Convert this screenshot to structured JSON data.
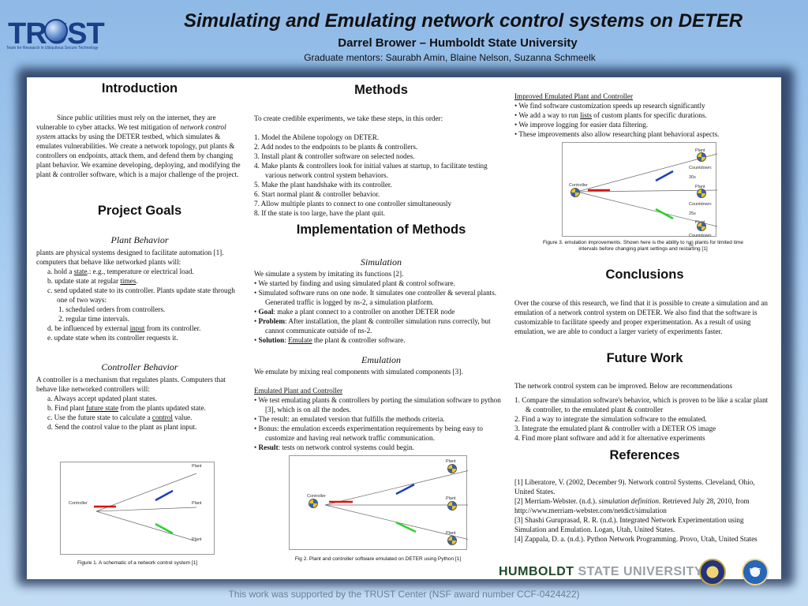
{
  "header": {
    "logo_text": "TRUST",
    "logo_tagline": "Team for Research in Ubiquitous Secure Technology",
    "title": "Simulating and Emulating network control systems on DETER",
    "author": "Darrel Brower – Humboldt State University",
    "mentors": "Graduate mentors: Saurabh Amin, Blaine Nelson, Suzanna Schmeelk"
  },
  "intro": {
    "heading": "Introduction",
    "p_a": "Since public utilities must rely on the internet, they are vulnerable to cyber attacks. We test mitigation of ",
    "p_em": "network control system",
    "p_b": " attacks by using the DETER testbed, which simulates & emulates vulnerabilities. We create a network topology, put plants & controllers on endpoints, attack them, and defend them by changing plant behavior. We examine developing, deploying, and modifying the plant & controller software, which is a major challenge of the project."
  },
  "goals": {
    "heading": "Project Goals",
    "plant_heading": "Plant Behavior",
    "plant_intro": "plants are physical systems designed to facilitate automation [1]. computers that behave like networked plants will:",
    "a_pre": "a.  hold a ",
    "a_u": "state",
    "a_post": ".: e.g., temperature or electrical load.",
    "b_pre": "b.  update state at regular ",
    "b_u": "times",
    "b_post": ".",
    "c": "c.  send updated state to its controller. Plants update state through one of two ways:",
    "c1": "1.  scheduled orders from controllers.",
    "c2": "2.  regular time intervals.",
    "d_pre": "d.  be influenced by external ",
    "d_u": "input",
    "d_post": " from its controller.",
    "e": "e.  update state when its controller requests it.",
    "ctrl_heading": "Controller Behavior",
    "ctrl_intro": "A controller is a mechanism that regulates plants. Computers that behave like networked controllers will:",
    "ca": "a.  Always accept updated plant states.",
    "cb_pre": "b.  Find plant ",
    "cb_u": "future state",
    "cb_post": " from the plants updated state.",
    "cc_pre": "c.  Use the future state to calculate a ",
    "cc_u": "control",
    "cc_post": " value.",
    "cd": "d.  Send the control value to the plant as plant input."
  },
  "fig1": {
    "controller": "Controller",
    "plant": "Plant",
    "caption": "Figure 1. A schematic of a network control system [1]"
  },
  "methods": {
    "heading": "Methods",
    "intro": "To create credible experiments, we take these steps, in this order:",
    "steps": [
      "1.  Model the Abilene topology on DETER.",
      "2.  Add nodes to the endpoints to be plants & controllers.",
      "3.  Install plant & controller software on selected nodes.",
      "4.  Make plants & controllers look for initial values at startup, to facilitate testing various network control system behaviors.",
      "5.  Make the plant handshake with its controller.",
      "6.  Start normal plant & controller behavior.",
      "7.  Allow multiple plants to connect to one controller simultaneously",
      "8.  If the state is too large, have the plant quit."
    ]
  },
  "impl": {
    "heading": "Implementation of Methods",
    "sim_heading": "Simulation",
    "sim_intro": "We simulate a system by imitating its functions [2].",
    "sim_b1": "•   We started by finding and using simulated plant & control software.",
    "sim_b2": "•   Simulated software runs on one node. It simulates one controller & several plants. Generated traffic is logged by ns-2, a simulation platform.",
    "goal_label": "Goal",
    "goal_text": ": make a plant connect to a controller on another DETER node",
    "problem_label": "Problem",
    "problem_text": ": After installation, the plant & controller simulation runs correctly, but cannot communicate outside of ns-2.",
    "solution_label": "Solution",
    "solution_mid": ":  ",
    "solution_u": "Emulate",
    "solution_text": " the plant & controller software.",
    "emu_heading": "Emulation",
    "emu_intro": "We emulate by mixing real components with simulated components [3].",
    "emu_sub": "Emulated Plant and Controller",
    "emu_b1": "•   We test emulating plants & controllers by porting the simulation software to python [3], which is on all the nodes.",
    "emu_b2": "•   The result: an emulated version that fulfills the methods criteria.",
    "emu_b3": "•   Bonus: the emulation exceeds experimentation requirements by being easy to customize and having real network traffic communication.",
    "result_label": "Result",
    "result_text": ": tests on network control systems could begin."
  },
  "fig2": {
    "controller": "Controller",
    "plant": "Plant",
    "caption": "Fig 2. Plant and controller software emulated on DETER using Python [1]"
  },
  "improved": {
    "heading": "Improved Emulated Plant and Controller",
    "b1": "•   We find software customization speeds up research significantly",
    "b2_pre": "•   We add a way to run ",
    "b2_u": "lists",
    "b2_post": " of custom plants for specific durations.",
    "b3": "•   We improve logging for easier data filtering.",
    "b4": "•   These improvements also allow researching plant behavioral aspects."
  },
  "fig3": {
    "controller": "Controller",
    "plant": "Plant",
    "countdown1": "Countdown: 30s",
    "countdown2": "Countdown: 25s",
    "countdown3": "Countdown: 8s",
    "caption": "Figure 3. emulation improvements. Shown here is the ability to run plants for limited time intervals before changing plant settings and restarting [1]"
  },
  "conclusions": {
    "heading": "Conclusions",
    "text": "Over the course of this research, we find that it is possible to create a simulation and an emulation of a network control system on DETER. We also find that the software is customizable to facilitate speedy and proper experimentation. As a result of using emulation, we are able to conduct a larger variety of experiments faster."
  },
  "future": {
    "heading": "Future Work",
    "intro": "The network control system can be improved. Below are recommendations",
    "items": [
      "1.  Compare the simulation software's behavior, which is proven to be like a scalar plant & controller, to the emulated plant & controller",
      "2.  Find a way to integrate the simulation software to the emulated.",
      "3.  Integrate the emulated plant & controller with a DETER OS image",
      "4.  Find more plant software and add it for alternative experiments"
    ]
  },
  "references": {
    "heading": "References",
    "r1": "[1] Liberatore, V. (2002, December 9). Network control Systems. Cleveland, Ohio, United States.",
    "r2_pre": "[2] Merriam-Webster. (n.d.). ",
    "r2_em": "simulation definition",
    "r2_post": ". Retrieved July 28, 2010, from http://www.merriam-webster.com/netdict/simulation",
    "r3": "[3] Shashi Guruprasad, R. R. (n.d.). Integrated Network Experimentation using Simulation and Emulation. Logan, Utah, United States.",
    "r4": "[4] Zappala, D. a. (n.d.). Python Network Programming. Provo, Utah, United States"
  },
  "branding": {
    "hsu_1": "HUMBOLDT",
    "hsu_2": " STATE UNIVERSITY",
    "nsf": "NSF"
  },
  "footer": "This work was supported by the TRUST Center (NSF award number CCF-0424422)"
}
